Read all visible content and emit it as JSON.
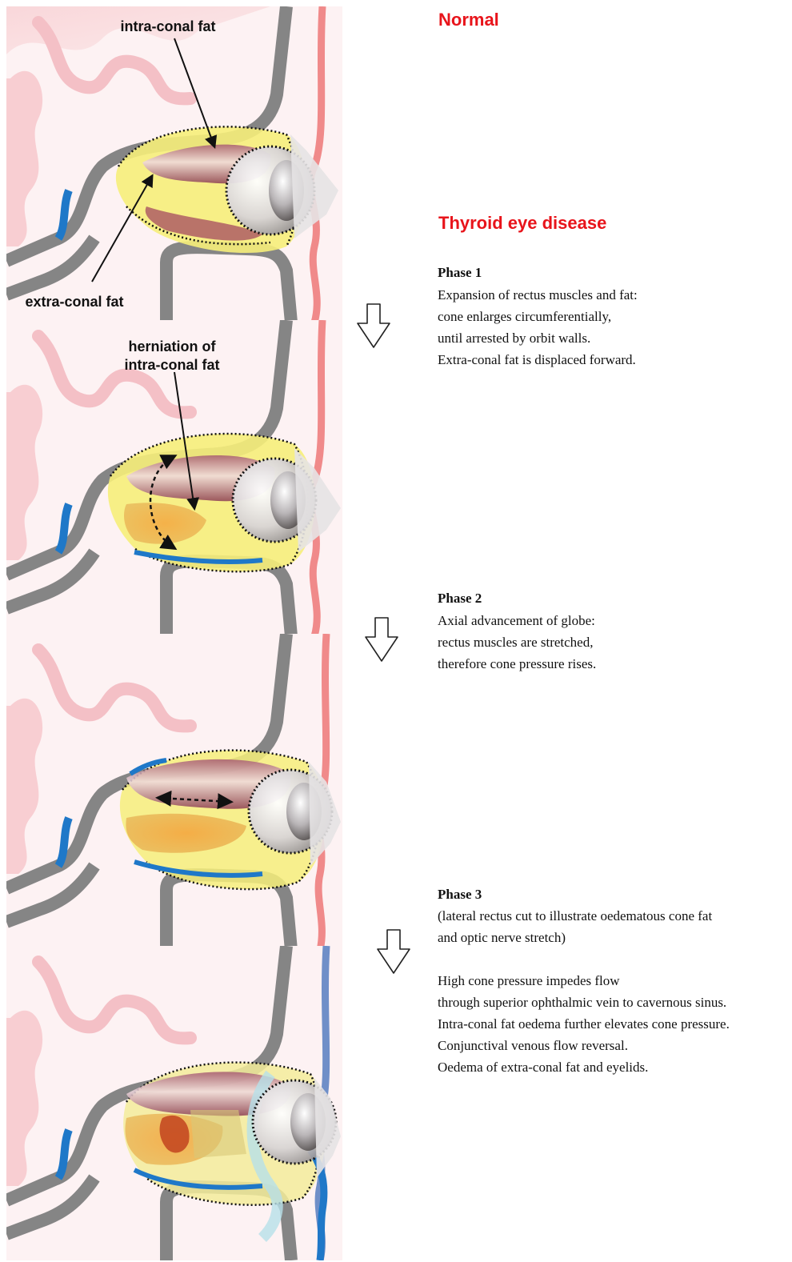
{
  "headings": {
    "normal": "Normal",
    "thyroid": "Thyroid eye disease"
  },
  "labels": {
    "intra_conal_fat": "intra-conal fat",
    "extra_conal_fat": "extra-conal fat",
    "herniation_line1": "herniation of",
    "herniation_line2": "intra-conal fat"
  },
  "phases": [
    {
      "title": "Phase 1",
      "lines": [
        "Expansion of rectus muscles and fat:",
        "cone enlarges circumferentially,",
        "until arrested by orbit walls.",
        "Extra-conal fat is displaced forward."
      ]
    },
    {
      "title": "Phase 2",
      "lines": [
        "Axial advancement of globe:",
        "rectus muscles are stretched,",
        "therefore cone pressure rises."
      ]
    },
    {
      "title": "Phase 3",
      "lines": [
        "(lateral rectus cut to illustrate oedematous cone fat",
        "and optic nerve stretch)",
        "",
        "High cone pressure impedes flow",
        "through superior ophthalmic vein to cavernous sinus.",
        "Intra-conal fat oedema further elevates cone pressure.",
        "Conjunctival venous flow reversal.",
        "Oedema of extra-conal fat and eyelids."
      ]
    }
  ],
  "colors": {
    "heading_red": "#e8141b",
    "bone_gray": "#808080",
    "brain_pink": "#f6c9cc",
    "fat_yellow": "#f4ea6a",
    "muscle_maroon": "#9b4d62",
    "vein_blue": "#1f78c8",
    "skin_red": "#f08080"
  },
  "icons": [
    "down-arrow-icon"
  ]
}
